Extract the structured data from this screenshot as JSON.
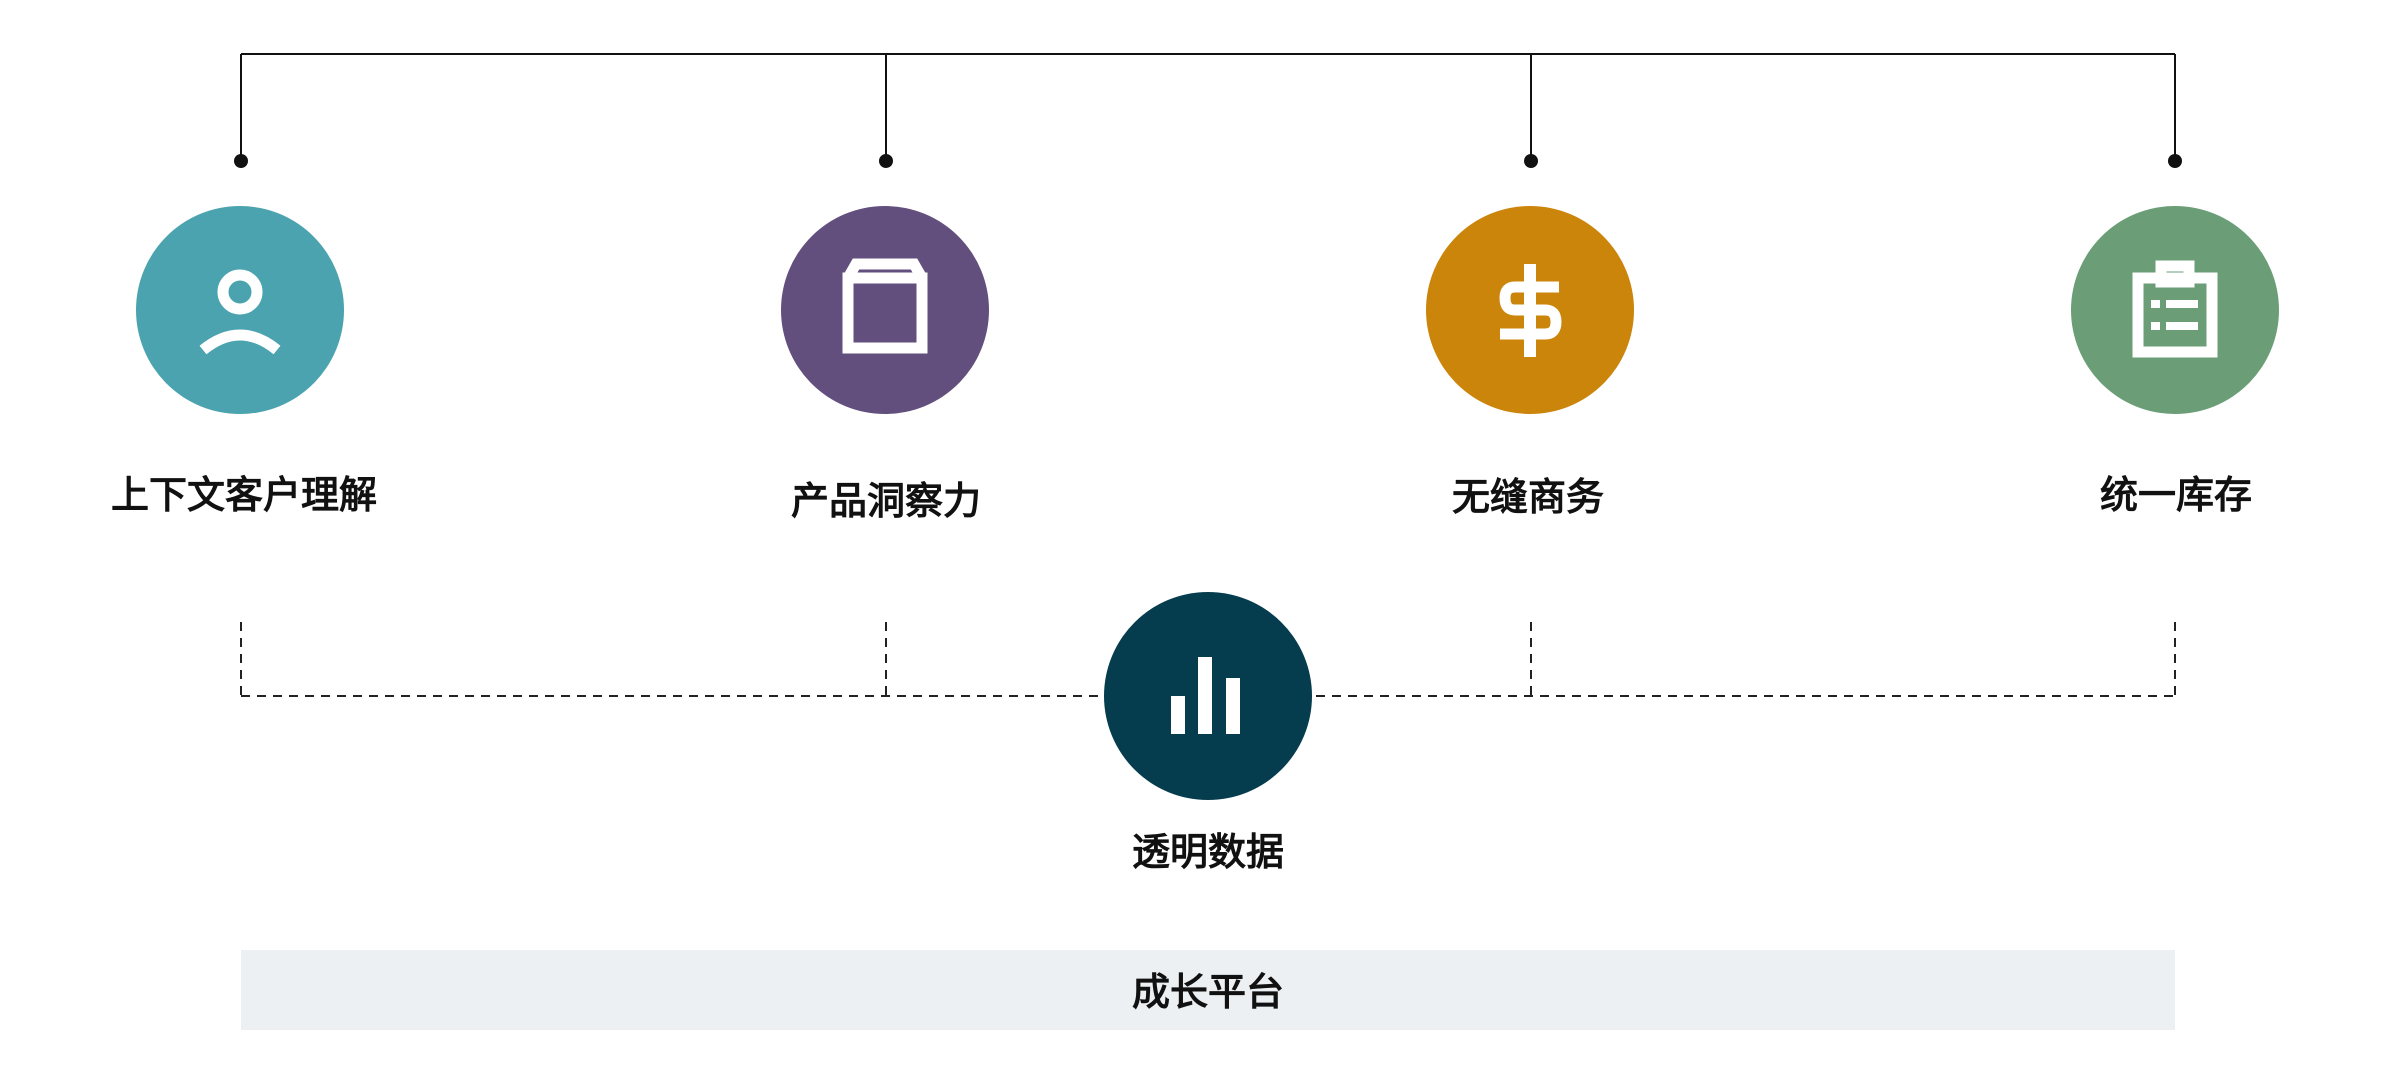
{
  "pillars": [
    {
      "label": "上下文客户理解",
      "icon": "user-icon",
      "color": "#4aa3af"
    },
    {
      "label": "产品洞察力",
      "icon": "box-icon",
      "color": "#624f7d"
    },
    {
      "label": "无缝商务",
      "icon": "dollar-icon",
      "color": "#cc850b"
    },
    {
      "label": "统一库存",
      "icon": "clipboard-icon",
      "color": "#6b9e77"
    }
  ],
  "foundation": {
    "label": "透明数据",
    "icon": "bar-chart-icon",
    "color": "#063d4e"
  },
  "platform": {
    "label": "成长平台"
  }
}
